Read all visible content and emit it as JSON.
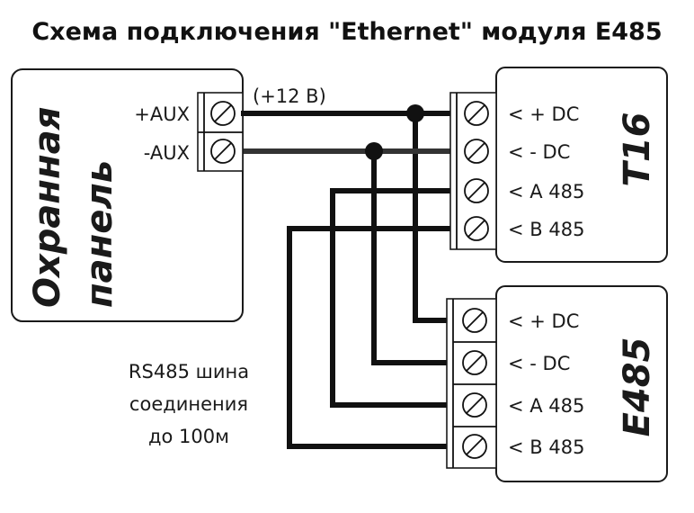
{
  "title": "Схема подключения \"Ethernet\" модуля E485",
  "panel": {
    "name_line1": "Охранная",
    "name_line2": "панель",
    "terminals": [
      {
        "label": "+AUX"
      },
      {
        "label": "-AUX"
      }
    ],
    "voltage_note": "(+12 В)"
  },
  "t16": {
    "name": "T16",
    "terminals": [
      {
        "label": "< + DC"
      },
      {
        "label": "< - DC"
      },
      {
        "label": "< A 485"
      },
      {
        "label": "< B 485"
      }
    ]
  },
  "e485": {
    "name": "E485",
    "terminals": [
      {
        "label": "< + DC"
      },
      {
        "label": "< - DC"
      },
      {
        "label": "< A 485"
      },
      {
        "label": "< B 485"
      }
    ]
  },
  "bus_note": {
    "line1": "RS485 шина",
    "line2": "соединения",
    "line3": "до 100м"
  },
  "connections": [
    {
      "from": "+AUX",
      "to": [
        "T16 +DC",
        "E485 +DC"
      ]
    },
    {
      "from": "-AUX",
      "to": [
        "T16 -DC",
        "E485 -DC"
      ]
    },
    {
      "from": "T16 A 485",
      "to": [
        "E485 A 485"
      ]
    },
    {
      "from": "T16 B 485",
      "to": [
        "E485 B 485"
      ]
    }
  ],
  "colors": {
    "ink": "#111111",
    "background": "#ffffff"
  }
}
